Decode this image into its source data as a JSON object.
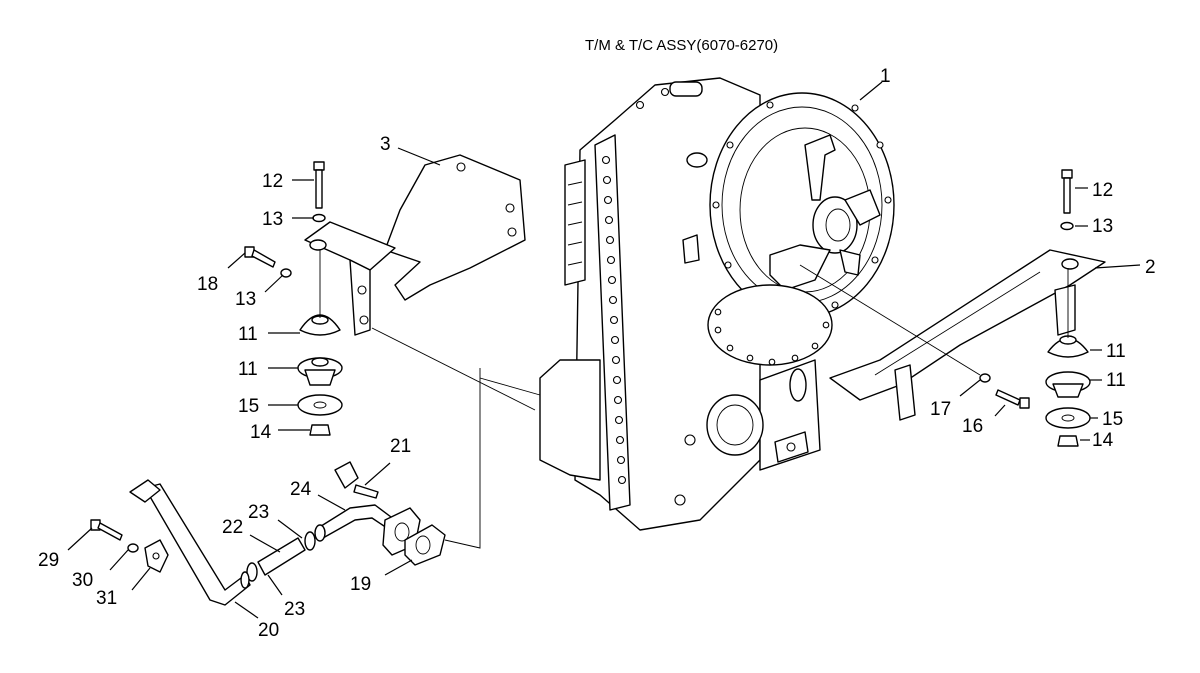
{
  "diagram": {
    "title": "T/M & T/C ASSY(6070-6270)",
    "callouts": {
      "c1": "1",
      "c2": "2",
      "c3": "3",
      "c11a": "11",
      "c11b": "11",
      "c11c": "11",
      "c11d": "11",
      "c12a": "12",
      "c12b": "12",
      "c13a": "13",
      "c13b": "13",
      "c13c": "13",
      "c14a": "14",
      "c14b": "14",
      "c15a": "15",
      "c15b": "15",
      "c16": "16",
      "c17": "17",
      "c18": "18",
      "c19": "19",
      "c20": "20",
      "c21": "21",
      "c22": "22",
      "c23a": "23",
      "c23b": "23",
      "c24": "24",
      "c29": "29",
      "c30": "30",
      "c31": "31"
    }
  }
}
